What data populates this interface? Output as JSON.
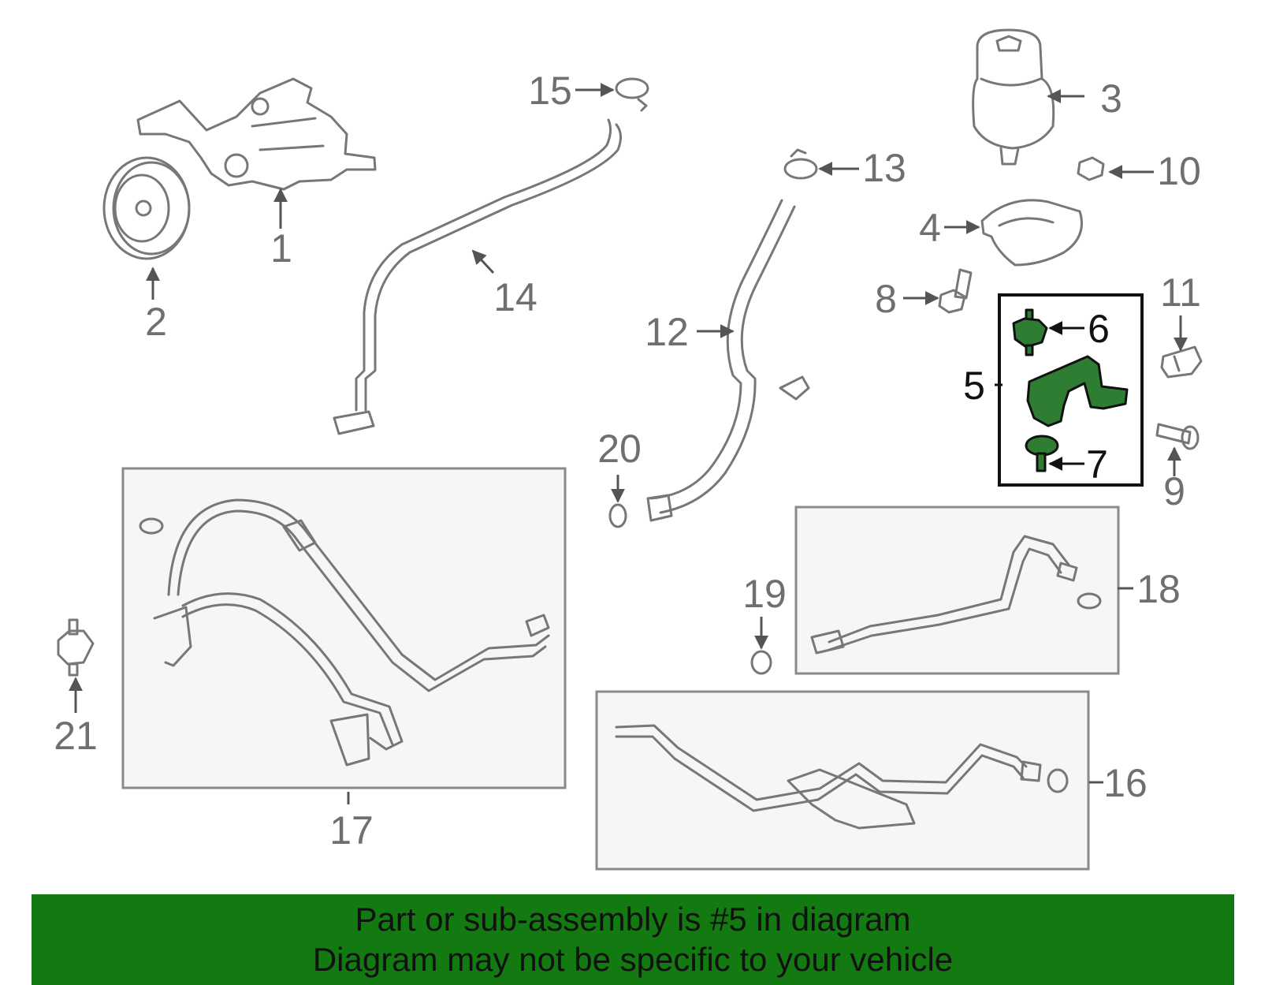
{
  "callouts": {
    "c1": "1",
    "c2": "2",
    "c3": "3",
    "c4": "4",
    "c5": "5",
    "c6": "6",
    "c7": "7",
    "c8": "8",
    "c9": "9",
    "c10": "10",
    "c11": "11",
    "c12": "12",
    "c13": "13",
    "c14": "14",
    "c15": "15",
    "c16": "16",
    "c17": "17",
    "c18": "18",
    "c19": "19",
    "c20": "20",
    "c21": "21"
  },
  "highlight": {
    "part": "5",
    "color": "#2e7d32"
  },
  "banner": {
    "line1": "Part or sub-assembly is #5 in diagram",
    "line2": "Diagram may not be specific to your vehicle",
    "background": "#137a12"
  }
}
